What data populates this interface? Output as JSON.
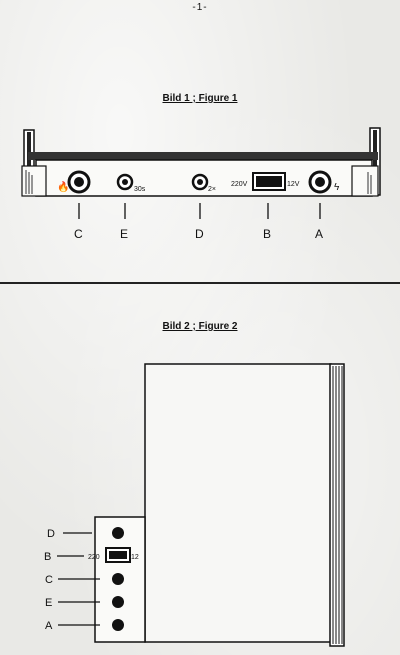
{
  "page": {
    "number": "-1-"
  },
  "figure1": {
    "caption": "Bild 1 ; Figure 1",
    "panel": {
      "switch_left": "220V",
      "switch_right": "12V",
      "timer_label": "30s",
      "double_label": "2×"
    },
    "callouts": [
      "C",
      "E",
      "D",
      "B",
      "A"
    ]
  },
  "figure2": {
    "caption": "Bild 2 ; Figure 2",
    "callouts": [
      "D",
      "B",
      "C",
      "E",
      "A"
    ],
    "switch_left": "220",
    "switch_right": "12"
  }
}
